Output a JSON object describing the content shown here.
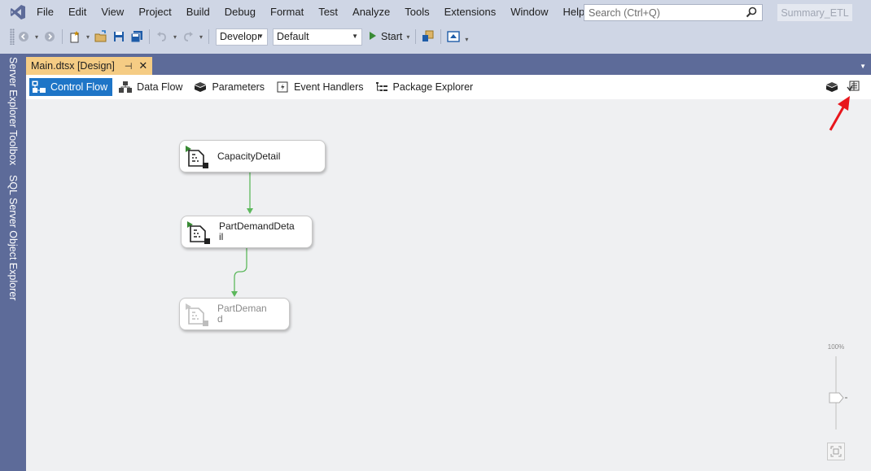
{
  "menu": {
    "items": [
      "File",
      "Edit",
      "View",
      "Project",
      "Build",
      "Debug",
      "Format",
      "Test",
      "Analyze",
      "Tools",
      "Extensions",
      "Window",
      "Help"
    ],
    "search_placeholder": "Search (Ctrl+Q)",
    "solution_name": "Summary_ETL"
  },
  "toolbar": {
    "config_combo": "Developı",
    "platform_combo": "Default",
    "start_label": "Start"
  },
  "sidebar": {
    "tabs": [
      "Server Explorer",
      "Toolbox",
      "SQL Server Object Explorer"
    ]
  },
  "document": {
    "tab_title": "Main.dtsx [Design]",
    "designer_tabs": [
      "Control Flow",
      "Data Flow",
      "Parameters",
      "Event Handlers",
      "Package Explorer"
    ],
    "active_tab": "Control Flow"
  },
  "tasks": [
    {
      "label": "CapacityDetail",
      "enabled": true
    },
    {
      "label": "PartDemandDeta\nil",
      "enabled": true
    },
    {
      "label": "PartDeman\nd",
      "enabled": false
    }
  ],
  "zoom": {
    "label": "100%"
  },
  "colors": {
    "accent": "#1e75c7",
    "doc_tab": "#f5cc84",
    "frame": "#5d6b99",
    "precedence": "#5cb85c",
    "annotation_arrow": "#e8161c"
  }
}
